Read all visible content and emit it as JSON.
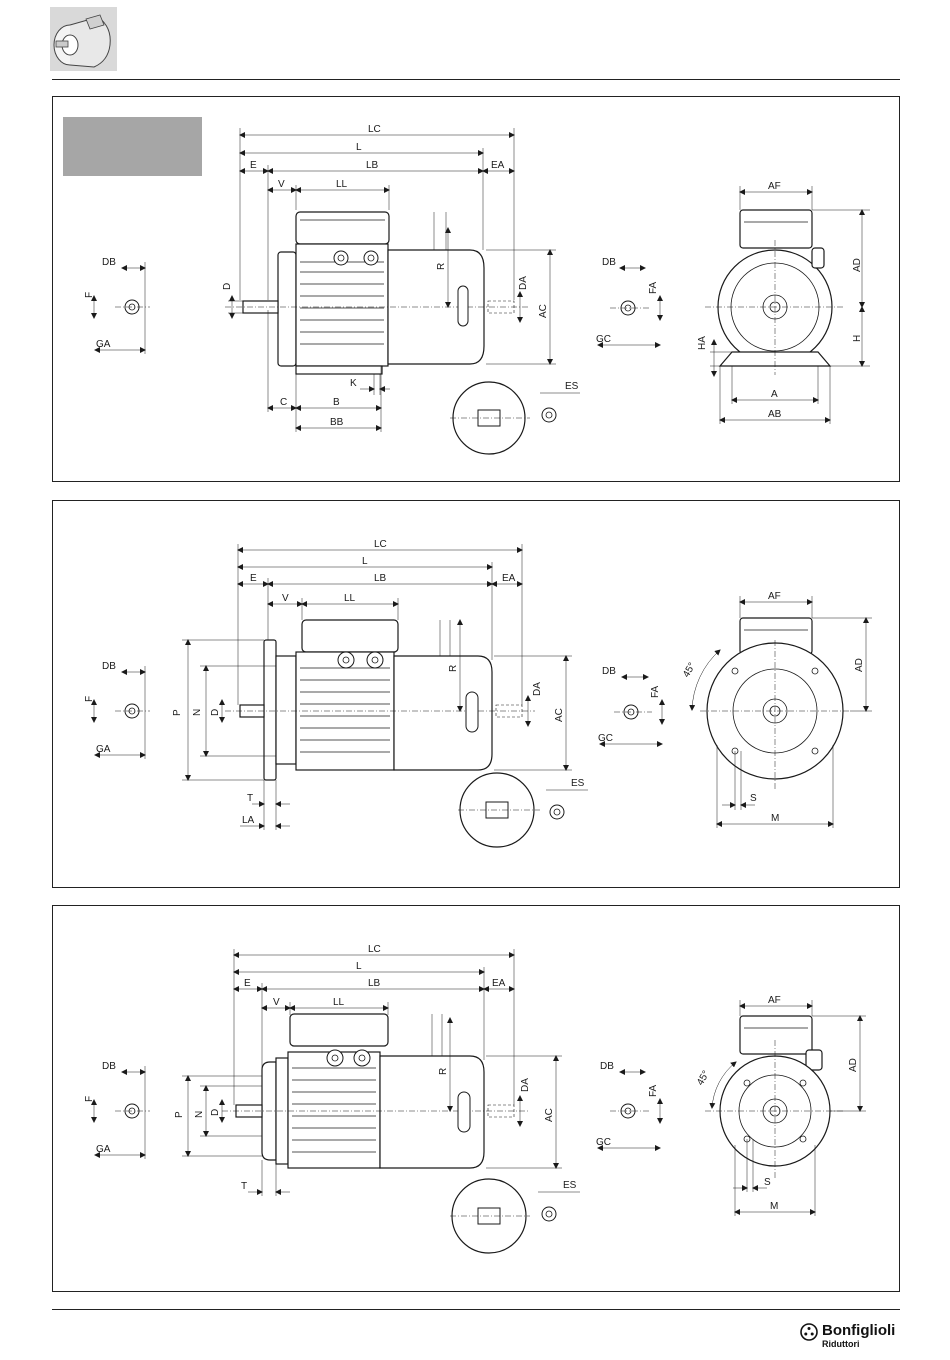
{
  "labels": {
    "LC": "LC",
    "L": "L",
    "E": "E",
    "LB": "LB",
    "EA": "EA",
    "V": "V",
    "LL": "LL",
    "D": "D",
    "R": "R",
    "DA": "DA",
    "AC": "AC",
    "K": "K",
    "C": "C",
    "B": "B",
    "BB": "BB",
    "ES": "ES",
    "DB": "DB",
    "F": "F",
    "GA": "GA",
    "FA": "FA",
    "GC": "GC",
    "AF": "AF",
    "AD": "AD",
    "HA": "HA",
    "H": "H",
    "A": "A",
    "AB": "AB",
    "P": "P",
    "N": "N",
    "T": "T",
    "LA": "LA",
    "S": "S",
    "M": "M",
    "deg45": "45°"
  },
  "brand": {
    "name": "Bonfiglioli",
    "subtitle": "Riduttori"
  }
}
